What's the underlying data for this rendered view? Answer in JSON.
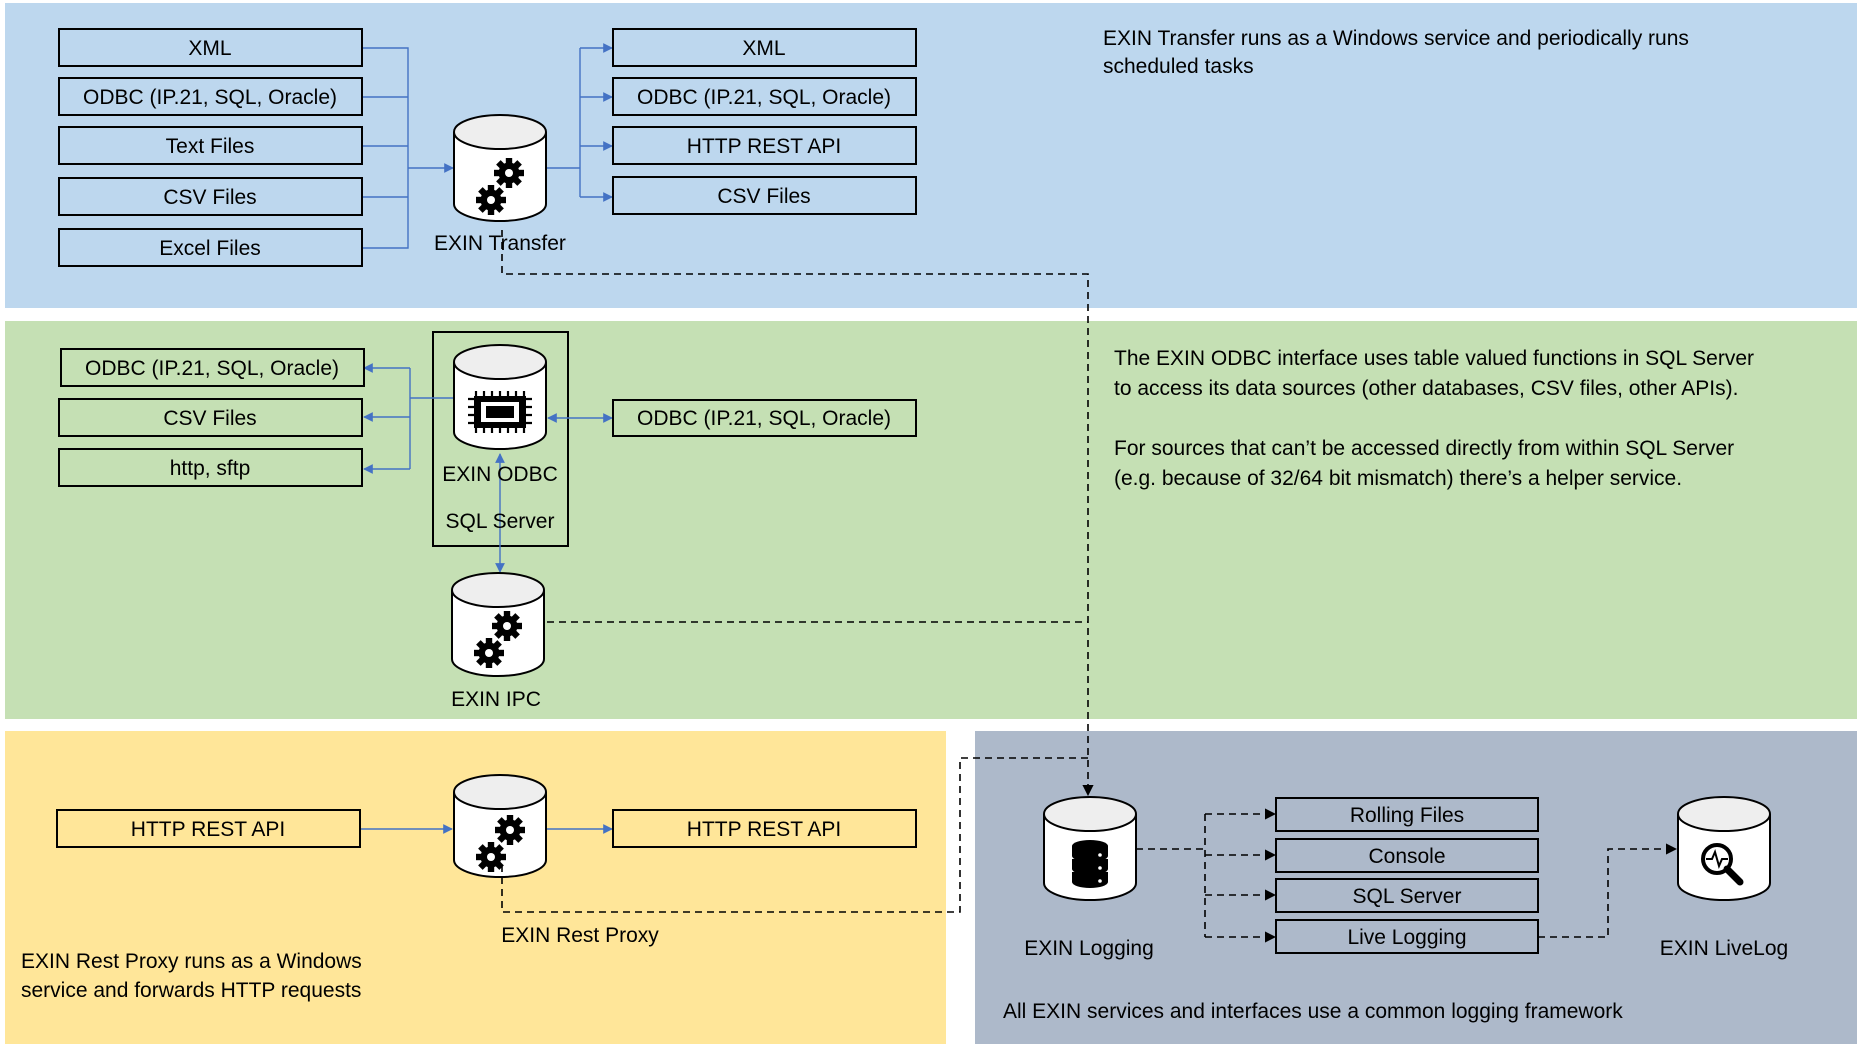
{
  "colors": {
    "transfer_panel": "#bdd7ee",
    "odbc_panel": "#c5e0b4",
    "proxy_panel": "#ffe699",
    "logging_panel": "#adb9ca",
    "connector": "#4472c4",
    "dashed": "#000000"
  },
  "transfer": {
    "inputs": [
      "XML",
      "ODBC (IP.21, SQL, Oracle)",
      "Text Files",
      "CSV Files",
      "Excel Files"
    ],
    "outputs": [
      "XML",
      "ODBC (IP.21, SQL, Oracle)",
      "HTTP REST API",
      "CSV Files"
    ],
    "service_label": "EXIN Transfer",
    "service_icon": "gears-database-icon",
    "note_line1": "EXIN Transfer runs as a Windows service and periodically runs",
    "note_line2": "scheduled tasks"
  },
  "odbc": {
    "sources": [
      "ODBC (IP.21, SQL, Oracle)",
      "CSV Files",
      "http, sftp"
    ],
    "client": "ODBC (IP.21, SQL, Oracle)",
    "interface_label": "EXIN ODBC",
    "interface_icon": "chip-database-icon",
    "host_label": "SQL Server",
    "ipc_label": "EXIN IPC",
    "ipc_icon": "gears-database-icon",
    "note_p1_line1": "The EXIN ODBC interface uses table valued functions in SQL Server",
    "note_p1_line2": "to access its data sources (other databases, CSV files, other APIs).",
    "note_p2_line1": "For sources that can’t be accessed directly from within SQL Server",
    "note_p2_line2": "(e.g. because of 32/64 bit mismatch) there’s a helper service."
  },
  "proxy": {
    "input": "HTTP REST API",
    "output": "HTTP REST API",
    "service_label": "EXIN Rest Proxy",
    "service_icon": "gears-database-icon",
    "note_line1": "EXIN Rest Proxy runs as a Windows",
    "note_line2": "service and forwards HTTP requests"
  },
  "logging": {
    "service_label": "EXIN Logging",
    "service_icon": "server-stack-database-icon",
    "targets": [
      "Rolling Files",
      "Console",
      "SQL Server",
      "Live Logging"
    ],
    "livelog_label": "EXIN LiveLog",
    "livelog_icon": "magnifier-pulse-database-icon",
    "note": "All EXIN services and interfaces use a common logging framework"
  }
}
